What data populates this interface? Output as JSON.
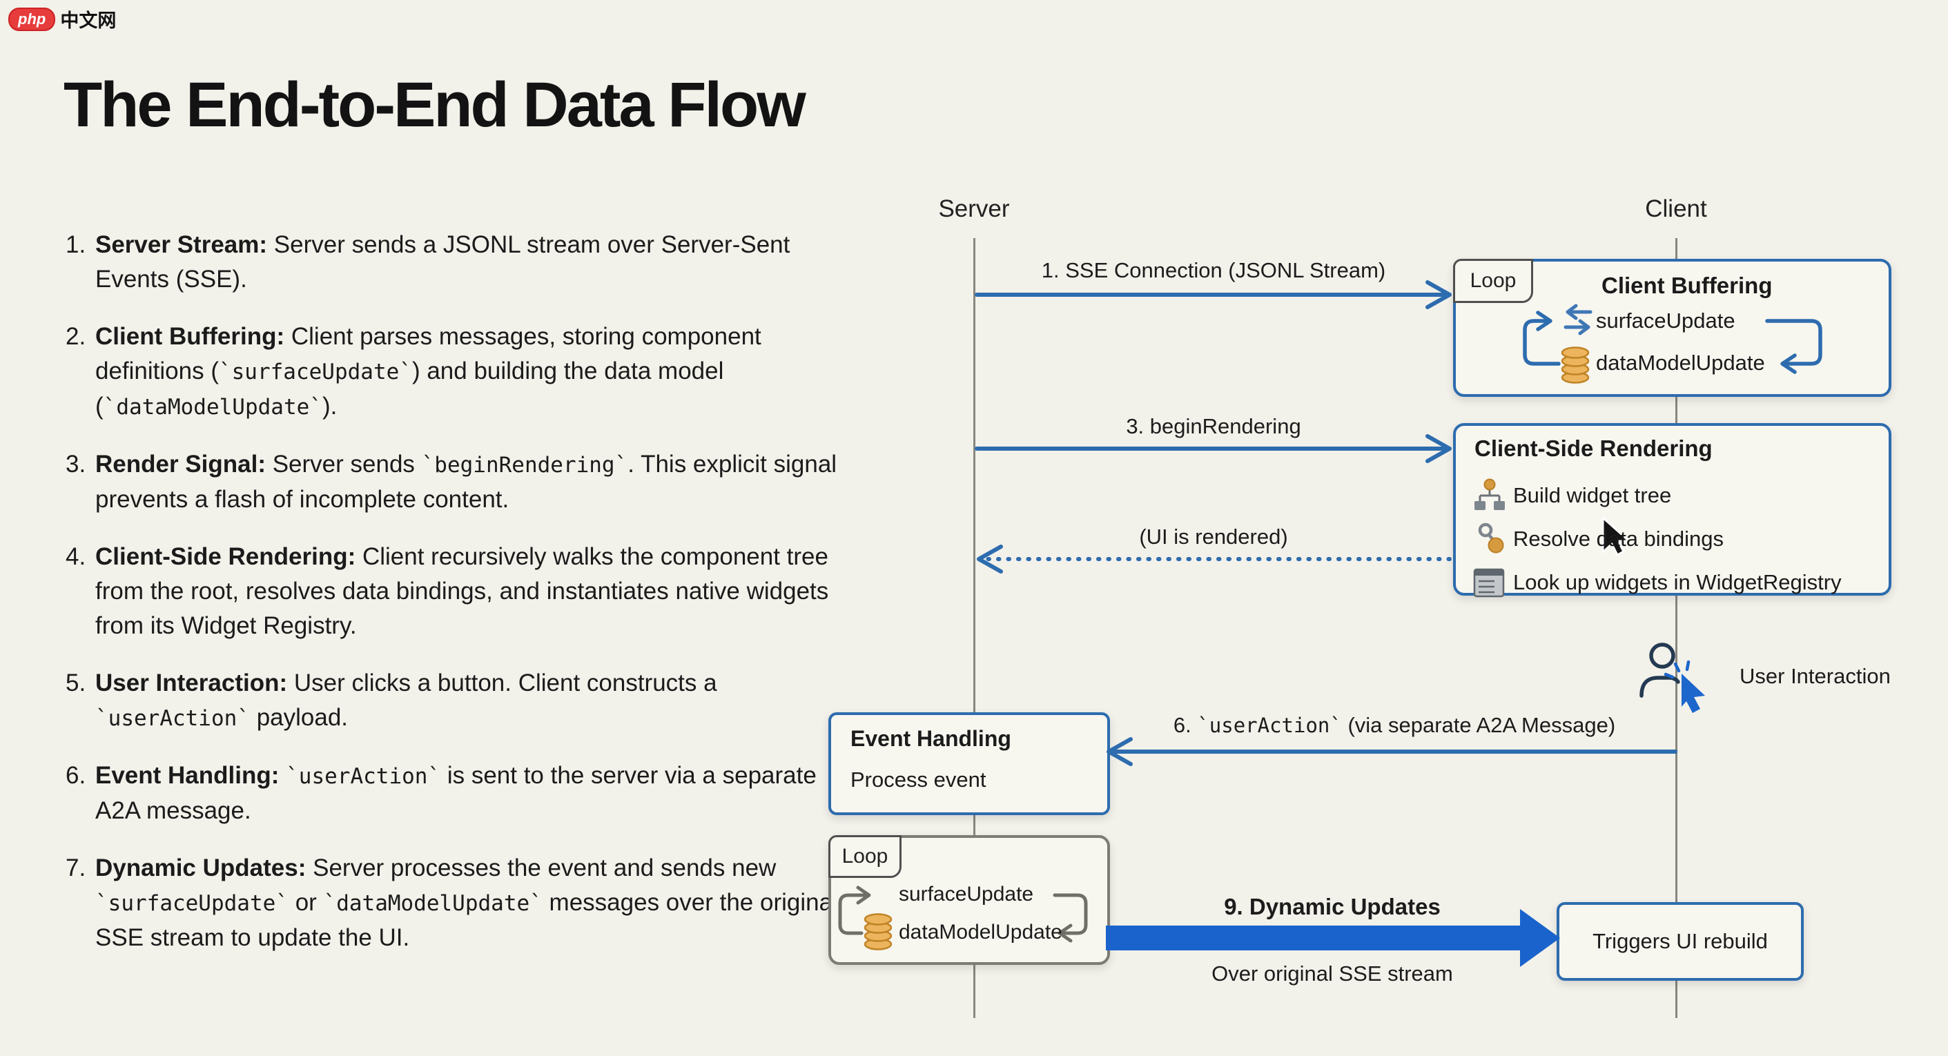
{
  "watermark": {
    "logo": "php",
    "site": "中文网"
  },
  "title": "The End-to-End Data Flow",
  "steps": [
    {
      "num": "1.",
      "title": "Server Stream:",
      "t1": " Server sends a JSONL stream over Server-Sent Events (SSE)."
    },
    {
      "num": "2.",
      "title": "Client Buffering:",
      "t1": " Client parses messages, storing component definitions (",
      "c1": "`surfaceUpdate`",
      "t2": ") and building the data model (",
      "c2": "`dataModelUpdate`",
      "t3": ")."
    },
    {
      "num": "3.",
      "title": "Render Signal:",
      "t1": " Server sends ",
      "c1": "`beginRendering`",
      "t2": ". This explicit signal prevents a flash of incomplete content."
    },
    {
      "num": "4.",
      "title": "Client-Side Rendering:",
      "t1": " Client recursively walks the component tree from the root, resolves data bindings, and instantiates native widgets from its Widget Registry."
    },
    {
      "num": "5.",
      "title": "User Interaction:",
      "t1": " User clicks a button. Client constructs a ",
      "c1": "`userAction`",
      "t2": " payload."
    },
    {
      "num": "6.",
      "title": "Event Handling:",
      "t1": " ",
      "c1": "`userAction`",
      "t2": " is sent to the server via a separate A2A message."
    },
    {
      "num": "7.",
      "title": "Dynamic Updates:",
      "t1": " Server processes the event and sends new ",
      "c1": "`surfaceUpdate`",
      "t2": " or ",
      "c2": "`dataModelUpdate`",
      "t3": " messages over the original SSE stream to update the UI."
    }
  ],
  "diagram": {
    "server_label": "Server",
    "client_label": "Client",
    "msg1": "1. SSE Connection (JSONL Stream)",
    "msg3": "3. beginRendering",
    "msg_ui_rendered": "(UI is rendered)",
    "msg6_num": "6. ",
    "msg6_code": "`userAction`",
    "msg6_rest": " (via separate A2A Message)",
    "msg9_title": "9. Dynamic Updates",
    "msg9_sub": "Over original SSE stream",
    "user_interaction": "User Interaction",
    "boxes": {
      "buffering": {
        "tab": "Loop",
        "title": "Client Buffering",
        "row1": "surfaceUpdate",
        "row2": "dataModelUpdate"
      },
      "rendering": {
        "title": "Client-Side Rendering",
        "items": [
          {
            "icon": "widget-tree-icon",
            "label": "Build widget tree"
          },
          {
            "icon": "data-bindings-icon",
            "label": "Resolve data bindings"
          },
          {
            "icon": "widget-registry-icon",
            "label": "Look up widgets in WidgetRegistry"
          }
        ]
      },
      "event": {
        "title": "Event Handling",
        "subtitle": "Process event"
      },
      "loop2": {
        "tab": "Loop",
        "row1": "surfaceUpdate",
        "row2": "dataModelUpdate"
      },
      "triggers": {
        "label": "Triggers UI rebuild"
      }
    },
    "colors": {
      "accent_blue": "#2d6cae",
      "thick_arrow_blue": "#1a63cc",
      "lifeline_gray": "#87867f",
      "db_orange": "#e7a33c",
      "background": "#f2f1ea"
    }
  }
}
